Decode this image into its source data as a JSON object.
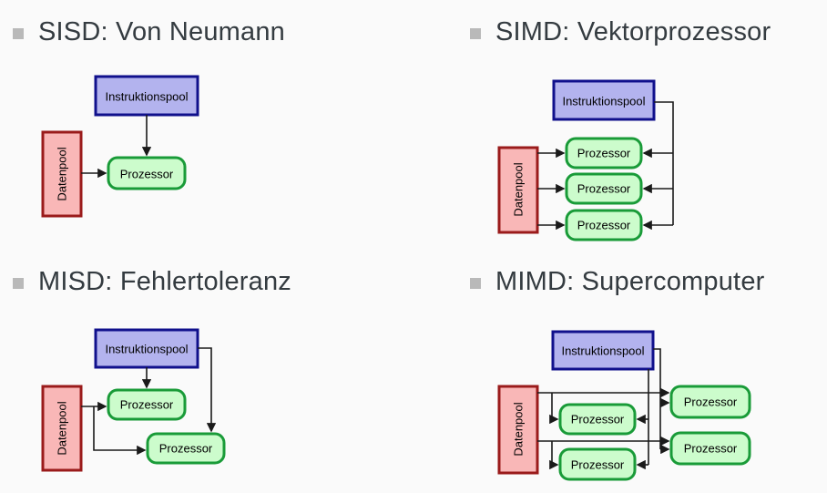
{
  "labels": {
    "instruction_pool": "Instruktionspool",
    "data_pool": "Datenpool",
    "processor": "Prozessor"
  },
  "sections": [
    {
      "id": "sisd",
      "title": "SISD: Von Neumann",
      "processor_count": 1
    },
    {
      "id": "simd",
      "title": "SIMD: Vektorprozessor",
      "processor_count": 3
    },
    {
      "id": "misd",
      "title": "MISD: Fehlertoleranz",
      "processor_count": 2
    },
    {
      "id": "mimd",
      "title": "MIMD: Supercomputer",
      "processor_count": 4
    }
  ],
  "colors": {
    "background": "#fafafa",
    "title_color": "#343b40",
    "bullet_color": "#b9b9b9",
    "instruction_fill": "#b3b3ee",
    "instruction_border": "#10108c",
    "data_fill": "#f9b7b7",
    "data_border": "#9a1b1b",
    "processor_fill": "#ccfccc",
    "processor_border": "#199b38",
    "arrow_color": "#1a1a1a"
  }
}
